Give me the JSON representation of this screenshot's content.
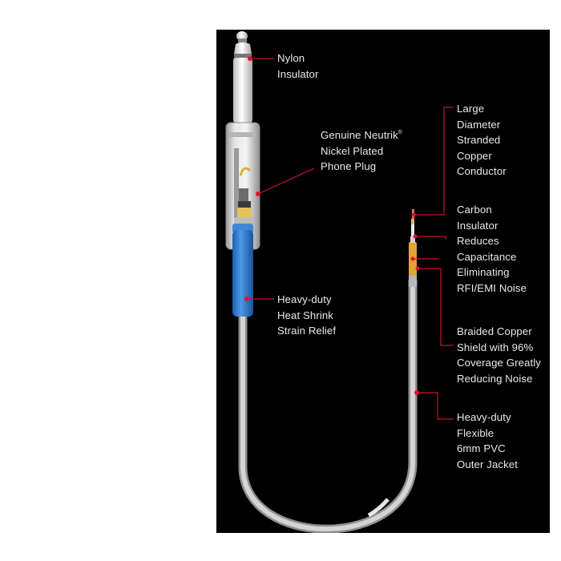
{
  "labels": {
    "nylon_insulator": "Nylon\nInsulator",
    "neutrik_line1_main": "Genuine Neutrik",
    "neutrik_line1_mark": "®",
    "neutrik_rest": "Nickel Plated\nPhone Plug",
    "heat_shrink": "Heavy-duty\nHeat Shrink\nStrain Relief",
    "copper_conductor": "Large\nDiameter\nStranded\nCopper\nConductor",
    "carbon_insulator": "Carbon\nInsulator\nReduces\nCapacitance\nEliminating\nRFI/EMI Noise",
    "braided_shield": "Braided Copper\nShield with 96%\nCoverage Greatly\nReducing Noise",
    "outer_jacket": "Heavy-duty\nFlexible\n6mm PVC\nOuter Jacket"
  },
  "colors": {
    "background": "#000000",
    "text": "#e9e9e9",
    "callout": "#c8102e",
    "strain_relief": "#2f7fd6",
    "cable_jacket": "#c4c4c4",
    "plug_metal": "#d8d8d8",
    "shield": "#e8a43a"
  }
}
